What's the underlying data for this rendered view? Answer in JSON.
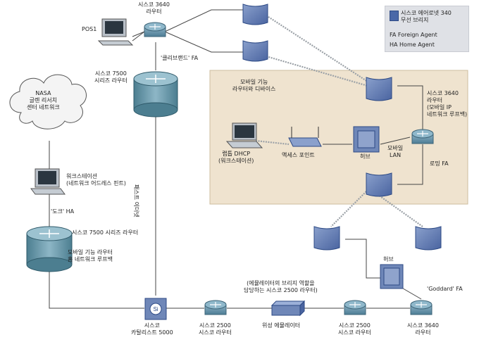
{
  "legend": {
    "line1": "시스코 에어로넷 340",
    "line2": "무선 브리지",
    "fa": "FA Foreign Agent",
    "ha": "HA Home Agent"
  },
  "labels": {
    "pos1": "POS1",
    "router3640_top_1": "시스코 3640",
    "router3640_top_2": "라우터",
    "cleveland_fa": "'클리브랜드' FA",
    "router7500_top_1": "시스코 7500",
    "router7500_top_2": "시리즈 라우터",
    "mobile_router_device_1": "모바일 기능",
    "mobile_router_device_2": "라우터와 디바이스",
    "router3640_right_1": "시스코 3640",
    "router3640_right_2": "라우터",
    "router3640_right_3": "(모바일 IP",
    "router3640_right_4": "네트워크 루프백)",
    "laptop_1": "랩톱 DHCP",
    "laptop_2": "(워크스테이션)",
    "access_point": "액세스 포인트",
    "hub_mid": "허브",
    "mobile_lan_1": "모바일",
    "mobile_lan_2": "LAN",
    "roaming_fa": "로밍 FA",
    "nasa_1": "NASA",
    "nasa_2": "글렌 리서치",
    "nasa_3": "센터 네트워크",
    "workstation_1": "워크스테이션",
    "workstation_2": "(네트워크 어드레스 핀트)",
    "ethernet": "패스트 이더넷",
    "do_ha": "'도크' HA",
    "router7500_bottom": "시스코 7500 시리즈 라우터",
    "mobile_router_loop_1": "모바일 기능 라우터",
    "mobile_router_loop_2": "홈 네트워크 루프백",
    "catalyst_1": "시스코",
    "catalyst_2": "카탈리스트 5000",
    "router2500a_1": "시스코 2500",
    "router2500a_2": "시스코 라우터",
    "emulator_note_1": "(에뮬레이터의 브리지 역할을",
    "emulator_note_2": "담당하는 시스코 2500 라우터)",
    "satellite_emulator": "위성 에뮬레이터",
    "router2500b_1": "시스코 2500",
    "router2500b_2": "시스코 라우터",
    "router3640_bottom_1": "시스코 3640",
    "router3640_bottom_2": "라우터",
    "hub_bottom": "허브",
    "goddard_fa": "'Goddard' FA",
    "si": "Si"
  },
  "colors": {
    "device_blue": "#6f87b8",
    "device_dark": "#3f5a92",
    "router_teal": "#5e8fa6",
    "mobile_area": "#efe3cf",
    "cloud": "#f4f4f4",
    "line": "#444444"
  }
}
